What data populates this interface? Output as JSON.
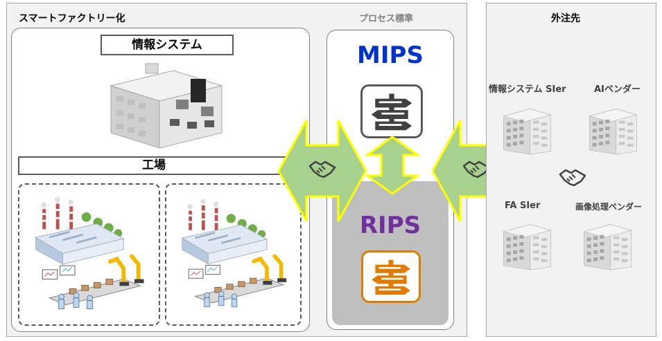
{
  "smart_factory": {
    "title": "スマートファクトリー化",
    "info_system_label": "情報システム",
    "factory_label": "工場"
  },
  "process_standard": {
    "title": "プロセス標準",
    "mips": "MIPS",
    "rips": "RIPS"
  },
  "outsourcing": {
    "title": "外注先",
    "vendors": [
      {
        "label": "情報システム SIer"
      },
      {
        "label": "AIベンダー"
      },
      {
        "label": "FA SIer"
      },
      {
        "label": "画像処理ベンダー"
      }
    ]
  },
  "colors": {
    "mips": "#0033cc",
    "rips": "#7030a0",
    "arrow_fill": "#a9d18e",
    "arrow_stroke": "#ffff00",
    "rips_bg": "#bfbfbf",
    "rips_icon": "#e07b00"
  },
  "icons": {
    "handshake": "handshake-icon",
    "signpost": "signpost-icon",
    "building": "office-building-icon",
    "factory": "factory-icon",
    "production_line": "production-line-icon"
  }
}
